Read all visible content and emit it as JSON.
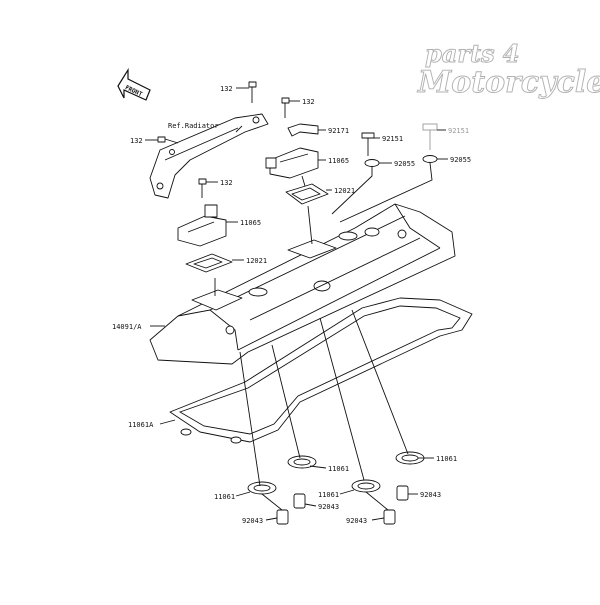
{
  "watermark": {
    "line1": "parts 4",
    "line2": "Motorcycles"
  },
  "front_label": "FRONT",
  "ref_label": "Ref.Radiator",
  "callouts": [
    {
      "id": "c132a",
      "text": "132"
    },
    {
      "id": "c132b",
      "text": "132"
    },
    {
      "id": "c132c",
      "text": "132"
    },
    {
      "id": "c132d",
      "text": "132"
    },
    {
      "id": "c92171",
      "text": "92171"
    },
    {
      "id": "c92151a",
      "text": "92151"
    },
    {
      "id": "c92151b",
      "text": "92151"
    },
    {
      "id": "c92055a",
      "text": "92055"
    },
    {
      "id": "c92055b",
      "text": "92055"
    },
    {
      "id": "c11065a",
      "text": "11065"
    },
    {
      "id": "c11065b",
      "text": "11065"
    },
    {
      "id": "c12021a",
      "text": "12021"
    },
    {
      "id": "c12021b",
      "text": "12021"
    },
    {
      "id": "c14091",
      "text": "14091/A"
    },
    {
      "id": "c11061A",
      "text": "11061A"
    },
    {
      "id": "c11061a",
      "text": "11061"
    },
    {
      "id": "c11061b",
      "text": "11061"
    },
    {
      "id": "c11061c",
      "text": "11061"
    },
    {
      "id": "c11061d",
      "text": "11061"
    },
    {
      "id": "c92043a",
      "text": "92043"
    },
    {
      "id": "c92043b",
      "text": "92043"
    },
    {
      "id": "c92043c",
      "text": "92043"
    },
    {
      "id": "c92043d",
      "text": "92043"
    }
  ]
}
